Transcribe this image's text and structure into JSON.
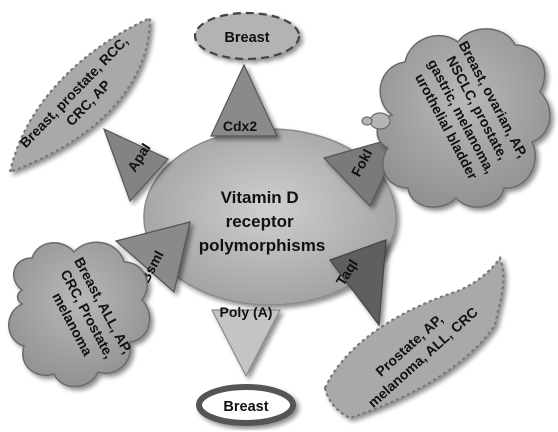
{
  "center": {
    "lines": [
      "Vitamin D",
      "receptor",
      "polymorphisms"
    ]
  },
  "polymorphisms": {
    "cdx2": "Cdx2",
    "fokl": "FokI",
    "taql": "TaqI",
    "polya": "Poly (A)",
    "bsml": "BsmI",
    "apal": "ApaI"
  },
  "cancers": {
    "cdx2": [
      "Breast"
    ],
    "fokl": [
      "Breast, ovarian, AP,",
      "NSCLC, prostate,",
      "gastric, melanoma,",
      "urothelial bladder"
    ],
    "taql": [
      "Prostate, AP,",
      "melanoma, ALL, CRC"
    ],
    "polya": [
      "Breast"
    ],
    "bsml": [
      "Breast, ALL, AP,",
      "CRC, Prostate,",
      "melanoma"
    ],
    "apal": [
      "Breast, prostate, RCC,",
      "CRC, AP"
    ]
  },
  "colors": {
    "ellipse": "#bdbdbd",
    "triangle_dark": "#6e6e6e",
    "triangle_light": "#bcbcbc",
    "shape_fill": "#a6a6a6",
    "border": "#4a4a4a"
  }
}
